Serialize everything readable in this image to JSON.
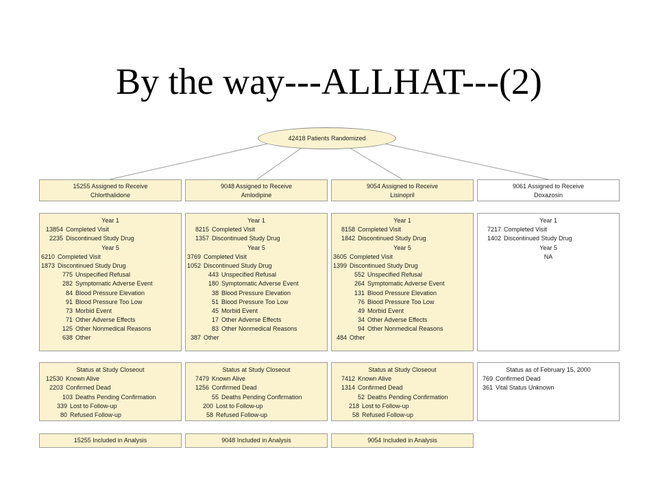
{
  "slide": {
    "title": "By the way---ALLHAT---(2)"
  },
  "flowchart": {
    "root": "42418 Patients Randomized",
    "arms": [
      {
        "assign": [
          "15255 Assigned to Receive",
          "Chlorthalidone"
        ],
        "detail": [
          {
            "style": "c",
            "text": "Year 1"
          },
          {
            "style": "l0",
            "num": "13854",
            "label": "Completed Visit"
          },
          {
            "style": "l0",
            "num": "2235",
            "label": "Discontinued Study Drug"
          },
          {
            "style": "c",
            "text": "Year 5"
          },
          {
            "style": "l1",
            "num": "6210",
            "label": "Completed Visit"
          },
          {
            "style": "l1",
            "num": "1873",
            "label": "Discontinued Study Drug"
          },
          {
            "style": "l2",
            "num": "775",
            "label": "Unspecified Refusal"
          },
          {
            "style": "l2",
            "num": "282",
            "label": "Symptomatic Adverse Event"
          },
          {
            "style": "l2",
            "num": "84",
            "label": "Blood Pressure Elevation"
          },
          {
            "style": "l2",
            "num": "91",
            "label": "Blood Pressure Too Low"
          },
          {
            "style": "l2",
            "num": "73",
            "label": "Morbid Event"
          },
          {
            "style": "l2",
            "num": "71",
            "label": "Other Adverse Effects"
          },
          {
            "style": "l2",
            "num": "125",
            "label": "Other Nonmedical Reasons"
          },
          {
            "style": "l2",
            "num": "638",
            "label": "Other"
          }
        ],
        "status": [
          {
            "style": "c",
            "text": "Status at Study Closeout"
          },
          {
            "style": "l0",
            "num": "12530",
            "label": "Known Alive"
          },
          {
            "style": "l0",
            "num": "2203",
            "label": "Confirmed Dead"
          },
          {
            "style": "l2",
            "num": "103",
            "label": "Deaths Pending Confirmation"
          },
          {
            "style": "l3",
            "num": "339",
            "label": "Lost to Follow-up"
          },
          {
            "style": "l3",
            "num": "80",
            "label": "Refused Follow-up"
          }
        ],
        "analysis": "15255 Included in Analysis"
      },
      {
        "assign": [
          "9048 Assigned to Receive",
          "Amlodipine"
        ],
        "detail": [
          {
            "style": "c",
            "text": "Year 1"
          },
          {
            "style": "l0",
            "num": "8215",
            "label": "Completed Visit"
          },
          {
            "style": "l0",
            "num": "1357",
            "label": "Discontinued Study Drug"
          },
          {
            "style": "c",
            "text": "Year 5"
          },
          {
            "style": "l1",
            "num": "3769",
            "label": "Completed Visit"
          },
          {
            "style": "l1",
            "num": "1052",
            "label": "Discontinued Study Drug"
          },
          {
            "style": "l2",
            "num": "443",
            "label": "Unspecified Refusal"
          },
          {
            "style": "l2",
            "num": "180",
            "label": "Symptomatic Adverse Event"
          },
          {
            "style": "l2",
            "num": "38",
            "label": "Blood Pressure Elevation"
          },
          {
            "style": "l2",
            "num": "51",
            "label": "Blood Pressure Too Low"
          },
          {
            "style": "l2",
            "num": "45",
            "label": "Morbid Event"
          },
          {
            "style": "l2",
            "num": "17",
            "label": "Other Adverse Effects"
          },
          {
            "style": "l2",
            "num": "83",
            "label": "Other Nonmedical Reasons"
          },
          {
            "style": "l1",
            "num": "387",
            "label": "Other"
          }
        ],
        "status": [
          {
            "style": "c",
            "text": "Status at Study Closeout"
          },
          {
            "style": "l0",
            "num": "7479",
            "label": "Known Alive"
          },
          {
            "style": "l0",
            "num": "1256",
            "label": "Confirmed Dead"
          },
          {
            "style": "l2",
            "num": "55",
            "label": "Deaths Pending Confirmation"
          },
          {
            "style": "l3",
            "num": "200",
            "label": "Lost to Follow-up"
          },
          {
            "style": "l3",
            "num": "58",
            "label": "Refused Follow-up"
          }
        ],
        "analysis": "9048 Included in Analysis"
      },
      {
        "assign": [
          "9054 Assigned to Receive",
          "Lisinopril"
        ],
        "detail": [
          {
            "style": "c",
            "text": "Year 1"
          },
          {
            "style": "l0",
            "num": "8158",
            "label": "Completed Visit"
          },
          {
            "style": "l0",
            "num": "1842",
            "label": "Discontinued Study Drug"
          },
          {
            "style": "c",
            "text": "Year 5"
          },
          {
            "style": "l1",
            "num": "3605",
            "label": "Completed Visit"
          },
          {
            "style": "l1",
            "num": "1399",
            "label": "Discontinued Study Drug"
          },
          {
            "style": "l2",
            "num": "552",
            "label": "Unspecified Refusal"
          },
          {
            "style": "l2",
            "num": "264",
            "label": "Symptomatic Adverse Event"
          },
          {
            "style": "l2",
            "num": "131",
            "label": "Blood Pressure Elevation"
          },
          {
            "style": "l2",
            "num": "76",
            "label": "Blood Pressure Too Low"
          },
          {
            "style": "l2",
            "num": "49",
            "label": "Morbid Event"
          },
          {
            "style": "l2",
            "num": "34",
            "label": "Other Adverse Effects"
          },
          {
            "style": "l2",
            "num": "94",
            "label": "Other Nonmedical Reasons"
          },
          {
            "style": "l1",
            "num": "484",
            "label": "Other"
          }
        ],
        "status": [
          {
            "style": "c",
            "text": "Status at Study Closeout"
          },
          {
            "style": "l0",
            "num": "7412",
            "label": "Known Alive"
          },
          {
            "style": "l0",
            "num": "1314",
            "label": "Confirmed Dead"
          },
          {
            "style": "l2",
            "num": "52",
            "label": "Deaths Pending Confirmation"
          },
          {
            "style": "l3",
            "num": "218",
            "label": "Lost to Follow-up"
          },
          {
            "style": "l3",
            "num": "58",
            "label": "Refused Follow-up"
          }
        ],
        "analysis": "9054 Included in Analysis"
      },
      {
        "assign": [
          "9061 Assigned to Receive",
          "Doxazosin"
        ],
        "detail": [
          {
            "style": "c",
            "text": "Year 1"
          },
          {
            "style": "l0",
            "num": "7217",
            "label": "Completed Visit"
          },
          {
            "style": "l0",
            "num": "1402",
            "label": "Discontinued Study Drug"
          },
          {
            "style": "c",
            "text": "Year 5"
          },
          {
            "style": "c",
            "text": "NA"
          }
        ],
        "status": [
          {
            "style": "c",
            "text": "Status as of February 15, 2000"
          },
          {
            "style": "l1",
            "num": "769",
            "label": "Confirmed Dead"
          },
          {
            "style": "l1",
            "num": "361",
            "label": "Vital Status Unknown"
          }
        ],
        "analysis": null
      }
    ]
  }
}
